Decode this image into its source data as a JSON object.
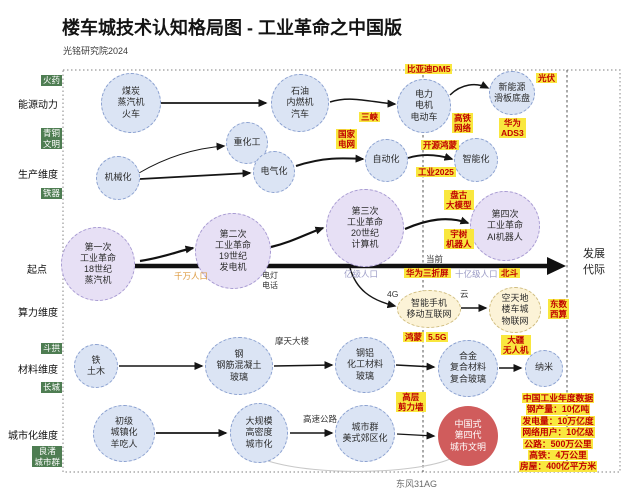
{
  "header": {
    "title": "楼车城技术认知格局图 - 工业革命之中国版",
    "subtitle": "光铭研究院2024"
  },
  "footer": {
    "credit": "东风31AG"
  },
  "colors": {
    "tag_bg": "#f9e73e",
    "tag_text": "#c00000",
    "heritage_bg": "#4e7d52",
    "node_blue": "#dbe4f4",
    "node_purple": "#e7e0f5",
    "node_cream": "#fcf3d7",
    "node_red": "#d05c5c",
    "arrow": "#151515"
  },
  "lanes": [
    {
      "id": "energy",
      "label": "能源动力"
    },
    {
      "id": "production",
      "label": "生产维度"
    },
    {
      "id": "origin",
      "label": "起点"
    },
    {
      "id": "computing",
      "label": "算力维度"
    },
    {
      "id": "materials",
      "label": "材料维度"
    },
    {
      "id": "urbanization",
      "label": "城市化维度"
    }
  ],
  "heritage": [
    {
      "id": "gunpowder",
      "label": "火药"
    },
    {
      "id": "bronze",
      "label": "青铜\n文明"
    },
    {
      "id": "ironware",
      "label": "铁器"
    },
    {
      "id": "dougong",
      "label": "斗拱"
    },
    {
      "id": "great-wall",
      "label": "长城"
    },
    {
      "id": "liangzhu",
      "label": "良渚\n城市群"
    }
  ],
  "nodes": [
    {
      "id": "coal-steam-train",
      "text": "煤炭\n蒸汽机\n火车"
    },
    {
      "id": "oil-ice-car",
      "text": "石油\n内燃机\n汽车"
    },
    {
      "id": "electric-motor-ev",
      "text": "电力\n电机\n电动车"
    },
    {
      "id": "new-energy-skateboard",
      "text": "新能源\n滑板底盘"
    },
    {
      "id": "mechanization",
      "text": "机械化"
    },
    {
      "id": "heavy-chemical",
      "text": "重化工"
    },
    {
      "id": "electrification",
      "text": "电气化"
    },
    {
      "id": "automation",
      "text": "自动化"
    },
    {
      "id": "intelligentization",
      "text": "智能化"
    },
    {
      "id": "rev1",
      "text": "第一次\n工业革命\n18世纪\n蒸汽机"
    },
    {
      "id": "rev2",
      "text": "第二次\n工业革命\n19世纪\n发电机"
    },
    {
      "id": "rev3",
      "text": "第三次\n工业革命\n20世纪\n计算机"
    },
    {
      "id": "rev4",
      "text": "第四次\n工业革命\nAI机器人"
    },
    {
      "id": "smartphone-mobile-internet",
      "text": "智能手机\n移动互联网"
    },
    {
      "id": "space-iot",
      "text": "空天地\n楼车城\n物联网"
    },
    {
      "id": "iron-civil",
      "text": "铁\n土木"
    },
    {
      "id": "steel-concrete-glass",
      "text": "钢\n钢筋混凝土\n玻璃"
    },
    {
      "id": "steel-al-chem-glass",
      "text": "钢铝\n化工材料\n玻璃"
    },
    {
      "id": "alloy-composite",
      "text": "合金\n复合材料\n复合玻璃"
    },
    {
      "id": "nano",
      "text": "纳米"
    },
    {
      "id": "early-urbanization",
      "text": "初级\n城镇化\n羊吃人"
    },
    {
      "id": "mass-urbanization",
      "text": "大规模\n高密度\n城市化"
    },
    {
      "id": "city-cluster",
      "text": "城市群\n美式郊区化"
    },
    {
      "id": "cn-4th-city",
      "text": "中国式\n第四代\n城市文明"
    }
  ],
  "tags": [
    {
      "id": "byd-dm5",
      "text": "比亚迪DM5"
    },
    {
      "id": "pv",
      "text": "光伏"
    },
    {
      "id": "three-gorges",
      "text": "三峡"
    },
    {
      "id": "hsr-network",
      "text": "高铁\n网络"
    },
    {
      "id": "huawei-ads3",
      "text": "华为\nADS3"
    },
    {
      "id": "state-grid",
      "text": "国家\n电网"
    },
    {
      "id": "open-harmony",
      "text": "开源鸿蒙"
    },
    {
      "id": "industry-2025",
      "text": "工业2025"
    },
    {
      "id": "pangu-model",
      "text": "盘古\n大模型"
    },
    {
      "id": "unitree-robot",
      "text": "宇树\n机器人"
    },
    {
      "id": "huawei-trifold",
      "text": "华为三折屏"
    },
    {
      "id": "beidou",
      "text": "北斗"
    },
    {
      "id": "harmony-os",
      "text": "鸿蒙"
    },
    {
      "id": "5p5g",
      "text": "5.5G"
    },
    {
      "id": "east-data-west-compute",
      "text": "东数\n西算"
    },
    {
      "id": "dji-drone",
      "text": "大疆\n无人机"
    },
    {
      "id": "highrise-shearwall",
      "text": "高层\n剪力墙"
    }
  ],
  "labels": [
    {
      "id": "pop-10m",
      "text": "千万人口"
    },
    {
      "id": "light-phone",
      "text": "电灯\n电话"
    },
    {
      "id": "pop-100m",
      "text": "亿级人口"
    },
    {
      "id": "pop-1b",
      "text": "十亿级人口"
    },
    {
      "id": "current",
      "text": "当前"
    },
    {
      "id": "4g",
      "text": "4G"
    },
    {
      "id": "cloud",
      "text": "云"
    },
    {
      "id": "skyscraper",
      "text": "摩天大楼"
    },
    {
      "id": "highway",
      "text": "高速公路"
    },
    {
      "id": "axis-generation",
      "text": "发展\n代际"
    }
  ],
  "stats": {
    "title": "中国工业年度数据",
    "lines": [
      "钢产量：10亿吨",
      "发电量：10万亿度",
      "网络用户：10亿级",
      "公路：500万公里",
      "高铁：4万公里",
      "房屋：400亿平方米"
    ]
  }
}
